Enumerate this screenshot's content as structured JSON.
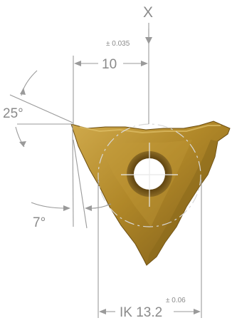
{
  "drawing": {
    "axis_label": "X",
    "width_tolerance": "± 0.035",
    "width_value": "10",
    "top_angle": "25°",
    "bottom_angle": "7°",
    "ik_tolerance": "± 0.06",
    "ik_value": "IK 13.2"
  },
  "colors": {
    "insert_body": "#b08728",
    "insert_light": "#d6b35a",
    "insert_dark": "#6b4d12",
    "hole_inner": "#ffffff",
    "dimension_lines": "#9a9a9a"
  }
}
